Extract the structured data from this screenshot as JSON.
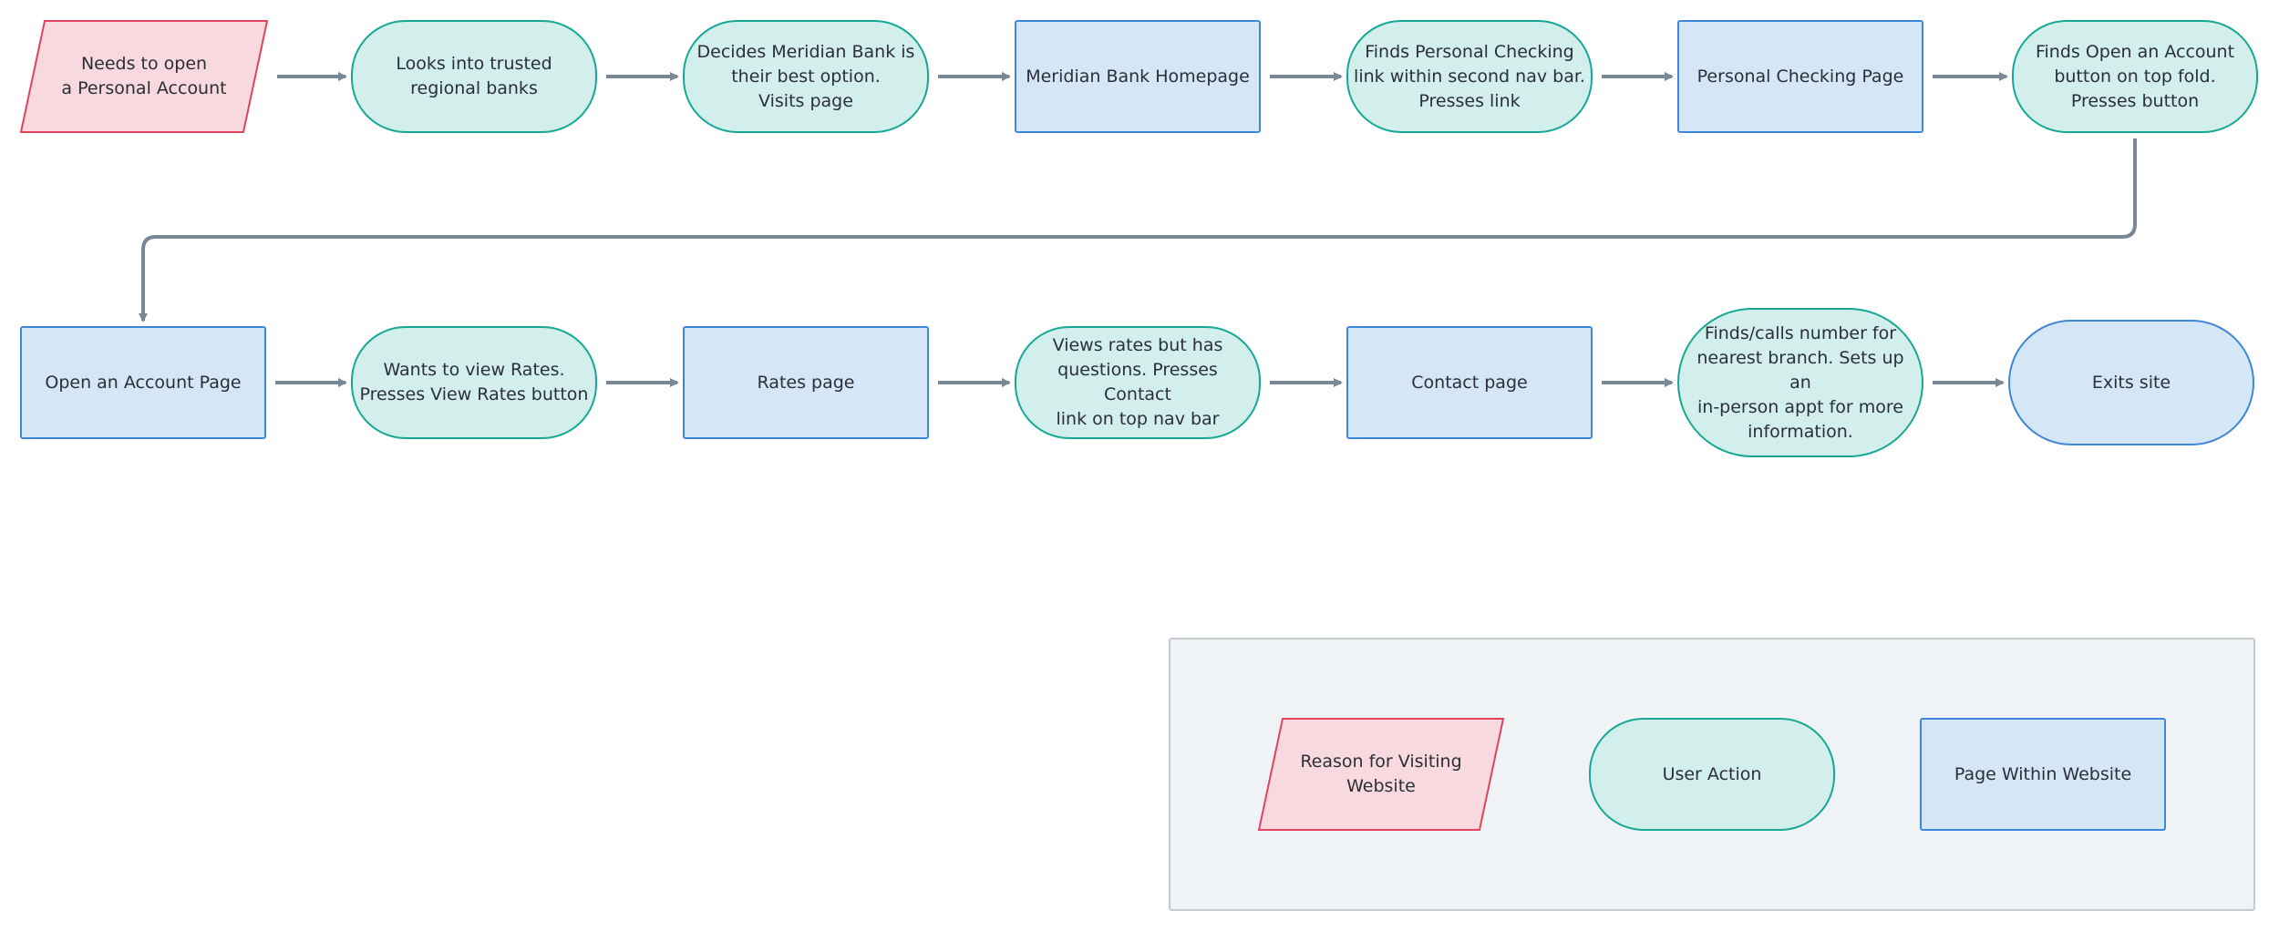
{
  "colors": {
    "reason_fill": "#f7d9df",
    "reason_stroke": "#e0435b",
    "action_fill": "#d2efec",
    "action_stroke": "#16a894",
    "page_fill": "#d5e6f7",
    "page_stroke": "#3d86d9",
    "connector": "#7a8794",
    "legend_bg": "#f0f3f6"
  },
  "flow": {
    "row1": [
      {
        "type": "reason",
        "label": "Needs to open\na Personal Account"
      },
      {
        "type": "action",
        "label": "Looks into trusted\nregional banks"
      },
      {
        "type": "action",
        "label": "Decides Meridian Bank is\ntheir best option.\nVisits page"
      },
      {
        "type": "page",
        "label": "Meridian Bank Homepage"
      },
      {
        "type": "action",
        "label": "Finds Personal Checking\nlink within second nav bar.\nPresses link"
      },
      {
        "type": "page",
        "label": "Personal Checking Page"
      },
      {
        "type": "action",
        "label": "Finds Open an Account\nbutton on top fold.\nPresses button"
      }
    ],
    "row2": [
      {
        "type": "page",
        "label": "Open an Account Page"
      },
      {
        "type": "action",
        "label": "Wants to view Rates.\nPresses View Rates button"
      },
      {
        "type": "page",
        "label": "Rates page"
      },
      {
        "type": "action",
        "label": "Views rates but has\nquestions. Presses Contact\nlink on top nav bar"
      },
      {
        "type": "page",
        "label": "Contact page"
      },
      {
        "type": "action",
        "label": "Finds/calls number for\nnearest branch. Sets up an\nin-person appt for more\ninformation."
      },
      {
        "type": "action",
        "label": "Exits site"
      }
    ]
  },
  "legend": [
    {
      "type": "reason",
      "label": "Reason for Visiting\nWebsite"
    },
    {
      "type": "action",
      "label": "User Action"
    },
    {
      "type": "page",
      "label": "Page Within Website"
    }
  ]
}
